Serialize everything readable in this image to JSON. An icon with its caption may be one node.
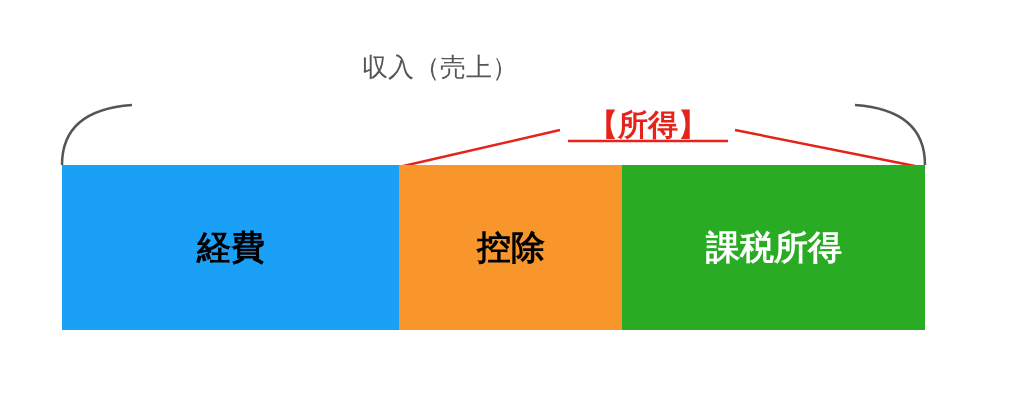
{
  "diagram": {
    "nodes": [
      {
        "text": [
          "経費"
        ]
      },
      {
        "text": [
          "控除"
        ]
      },
      {
        "text": [
          "課税所得"
        ]
      }
    ],
    "labels": [
      "収入（売上）",
      "【所得】"
    ]
  }
}
